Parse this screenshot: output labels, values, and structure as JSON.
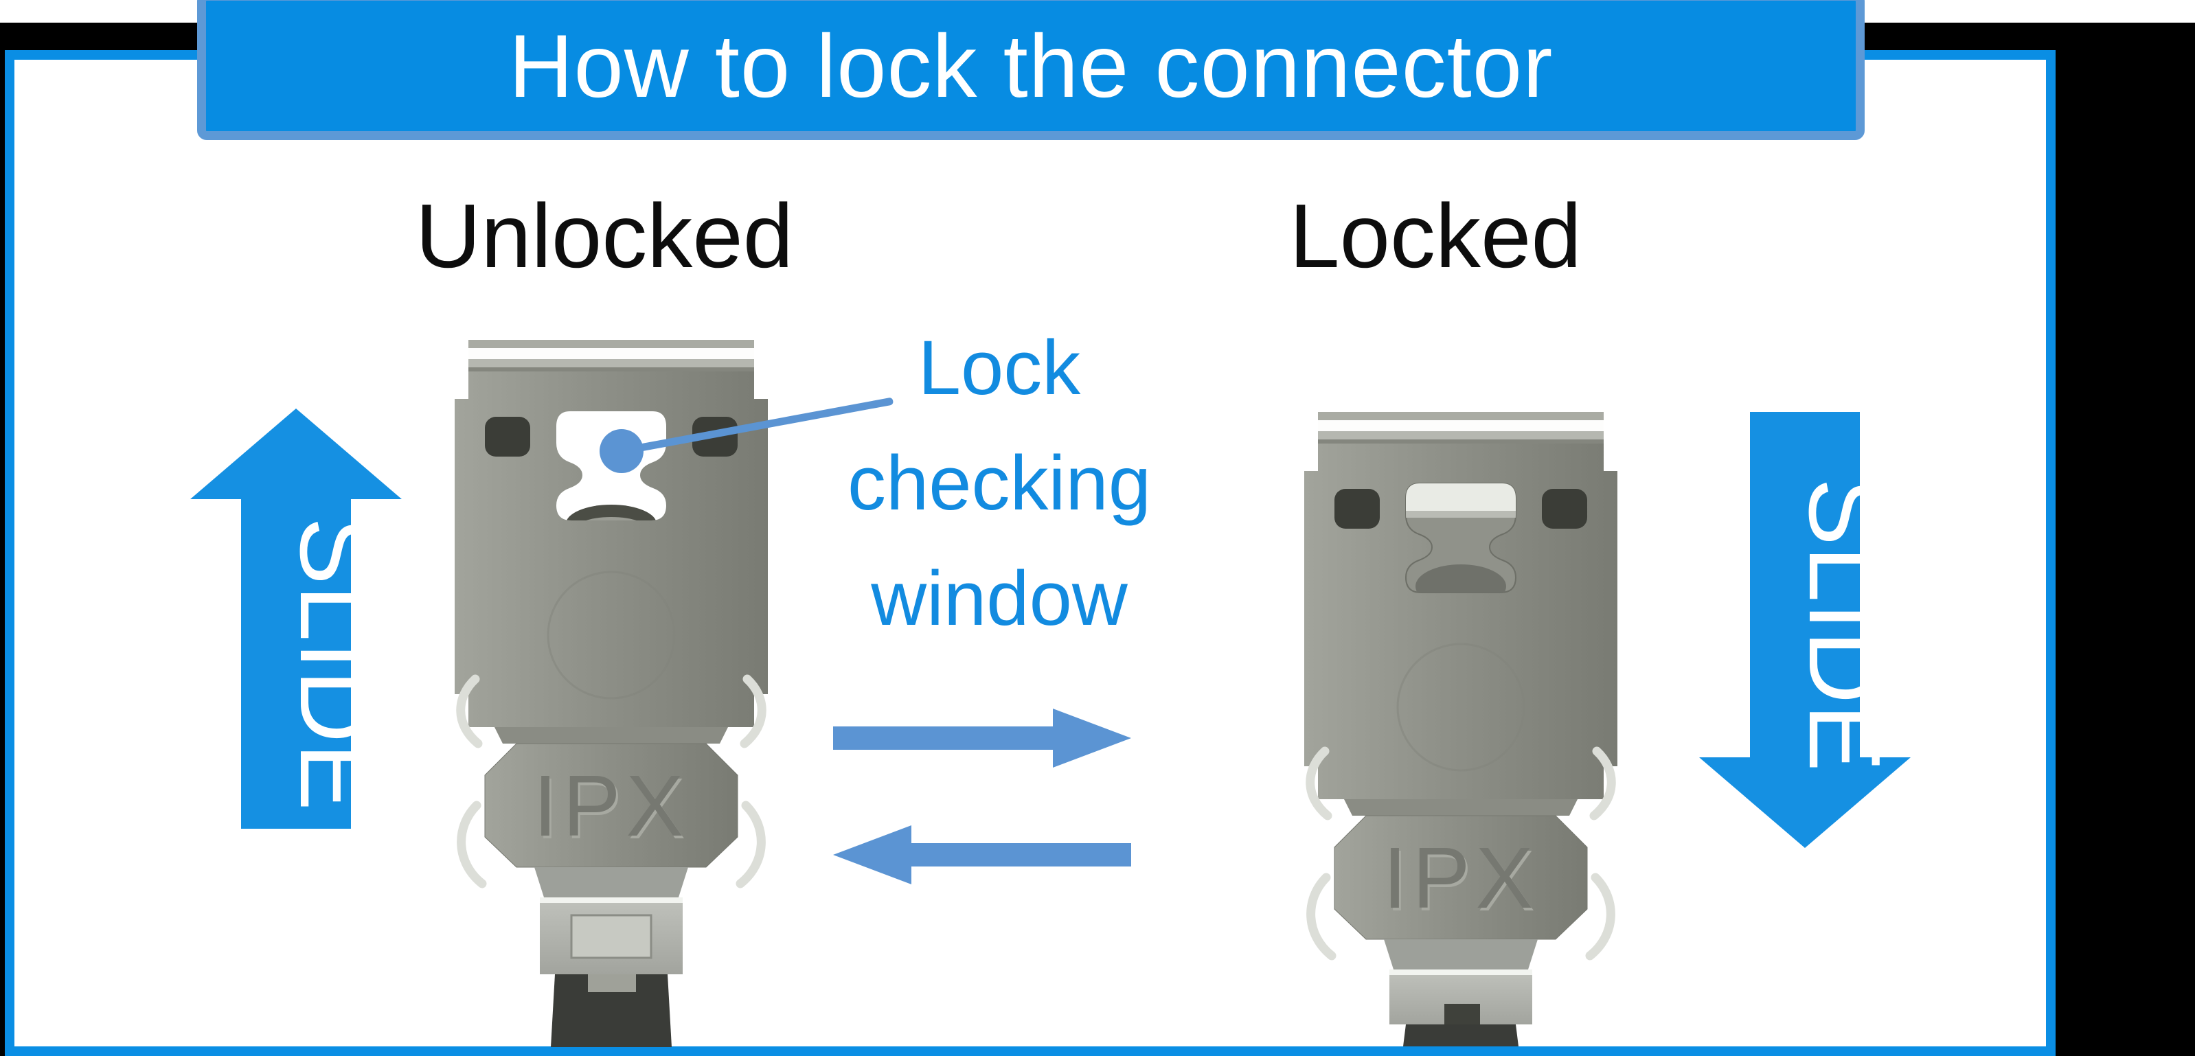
{
  "title": "How to lock the connector",
  "labels": {
    "unlocked": "Unlocked",
    "locked": "Locked"
  },
  "annotation": {
    "line1": "Lock",
    "line2": "checking",
    "line3": "window"
  },
  "slide_arrows": {
    "left_label": "SLIDE",
    "right_label": "SLIDE"
  },
  "connector": {
    "brand": "IPX"
  },
  "colors": {
    "frame_blue": "#0a8ee4",
    "banner_blue": "#078ce2",
    "banner_border_blue": "#5d99d6",
    "slide_arrow_blue": "#1590e2",
    "steel_blue_accent": "#5b94d3",
    "annotation_blue": "#128be0",
    "label_black": "#0d0d0d"
  }
}
